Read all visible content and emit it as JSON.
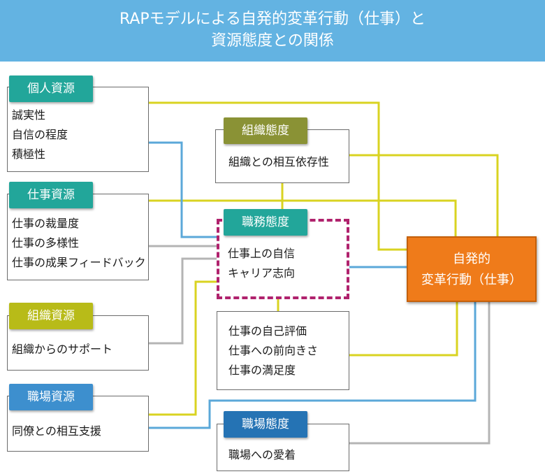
{
  "title": {
    "line1": "RAPモデルによる自発的変革行動（仕事）と",
    "line2": "資源態度との関係"
  },
  "resources": {
    "personal": {
      "label": "個人資源",
      "items": [
        "誠実性",
        "自信の程度",
        "積極性"
      ]
    },
    "job": {
      "label": "仕事資源",
      "items": [
        "仕事の裁量度",
        "仕事の多様性",
        "仕事の成果フィードバック"
      ]
    },
    "organization": {
      "label": "組織資源",
      "items": [
        "組織からのサポート"
      ]
    },
    "workplace": {
      "label": "職場資源",
      "items": [
        "同僚との相互支援"
      ]
    }
  },
  "attitudes": {
    "organization": {
      "label": "組織態度",
      "items": [
        "組織との相互依存性"
      ]
    },
    "job_duty": {
      "label": "職務態度",
      "items": [
        "仕事上の自信",
        "キャリア志向"
      ]
    },
    "job_eval": {
      "items": [
        "仕事の自己評価",
        "仕事への前向きさ",
        "仕事の満足度"
      ]
    },
    "workplace": {
      "label": "職場態度",
      "items": [
        "職場への愛着"
      ]
    }
  },
  "outcome": {
    "line1": "自発的",
    "line2": "変革行動（仕事）"
  },
  "colors": {
    "header": "#63b3e2",
    "line_yellow": "#d9d321",
    "line_blue": "#5ba8d9",
    "line_gray": "#b4b4b4",
    "outcome": "#ef7b1a",
    "dashed_border": "#b0226d"
  }
}
